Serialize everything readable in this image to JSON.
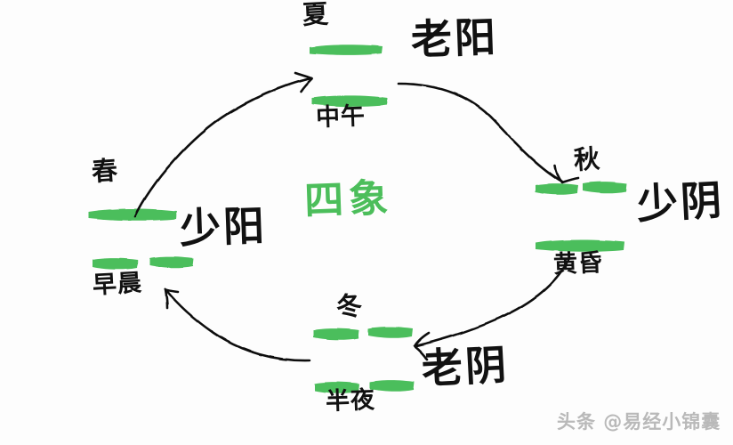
{
  "diagram": {
    "center_title": "四象",
    "accent_green": "#4CBE5B",
    "ink_black": "#111111",
    "nodes": [
      {
        "id": "top",
        "symbol_label": "老阳",
        "season": "夏",
        "time_of_day": "中午",
        "lines": [
          "solid",
          "solid"
        ]
      },
      {
        "id": "left",
        "symbol_label": "少阳",
        "season": "春",
        "time_of_day": "早晨",
        "lines": [
          "solid",
          "broken"
        ]
      },
      {
        "id": "right",
        "symbol_label": "少阴",
        "season": "秋",
        "time_of_day": "黄昏",
        "lines": [
          "broken",
          "solid"
        ]
      },
      {
        "id": "bottom",
        "symbol_label": "老阴",
        "season": "冬",
        "time_of_day": "半夜",
        "lines": [
          "broken",
          "broken"
        ]
      }
    ]
  },
  "watermark": {
    "text": "头条 @易经小锦囊"
  }
}
